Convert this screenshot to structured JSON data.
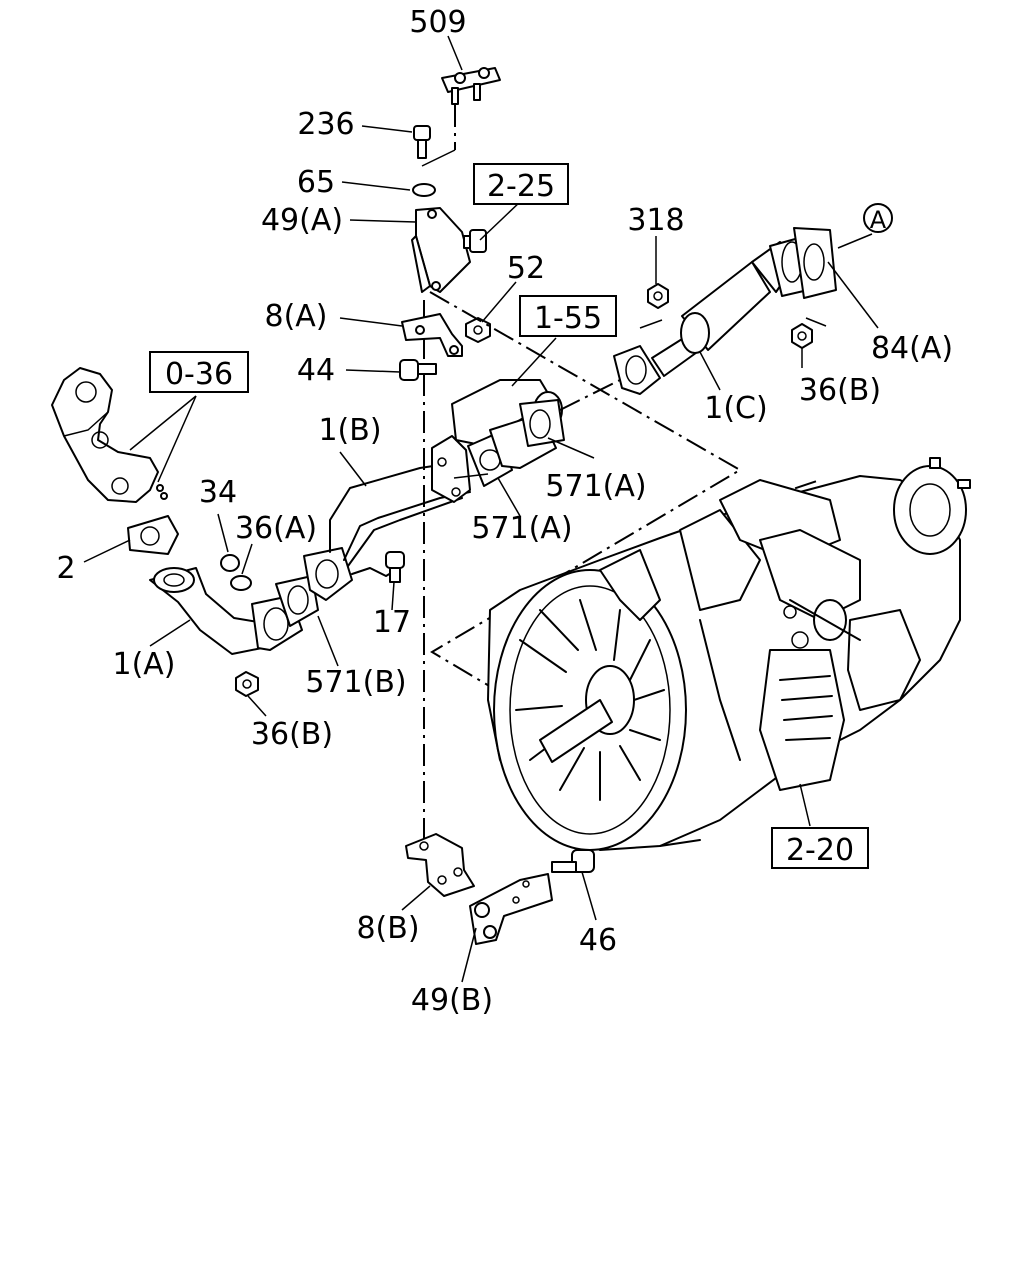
{
  "callouts": {
    "p509": "509",
    "p236": "236",
    "p65": "65",
    "p49a": "49(A)",
    "p52": "52",
    "p8a": "8(A)",
    "p44": "44",
    "p318": "318",
    "p84a": "84(A)",
    "p36b_top": "36(B)",
    "p1c": "1(C)",
    "p1b": "1(B)",
    "p571a_1": "571(A)",
    "p571a_2": "571(A)",
    "p34": "34",
    "p36a": "36(A)",
    "p2": "2",
    "p17": "17",
    "p1a": "1(A)",
    "p571b": "571(B)",
    "p36b_bottom": "36(B)",
    "p8b": "8(B)",
    "p46": "46",
    "p49b": "49(B)",
    "circleA": "A"
  },
  "reference_boxes": {
    "ref_2_25": "2-25",
    "ref_1_55": "1-55",
    "ref_0_36": "0-36",
    "ref_2_20": "2-20"
  }
}
